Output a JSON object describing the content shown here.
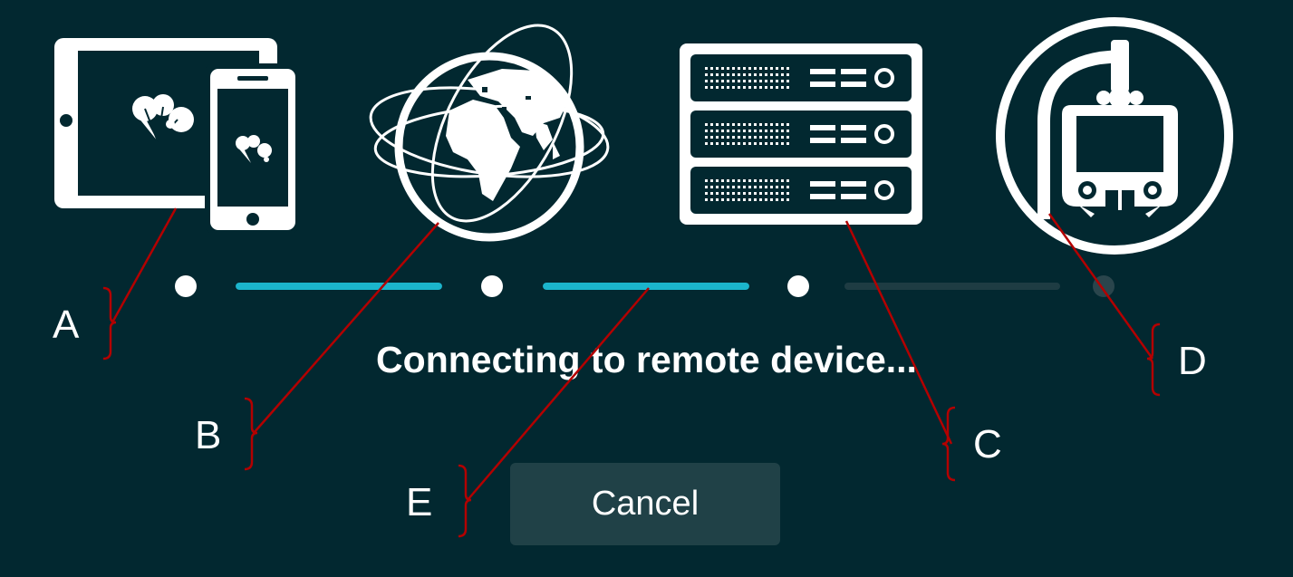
{
  "status_text": "Connecting to remote device...",
  "cancel_label": "Cancel",
  "icons": {
    "devices": "tablet-phone-icon",
    "internet": "globe-icon",
    "server": "server-rack-icon",
    "robot": "robot-icon"
  },
  "progress": {
    "steps_total": 4,
    "steps_completed": 3,
    "segments": [
      {
        "state": "complete"
      },
      {
        "state": "complete"
      },
      {
        "state": "pending"
      }
    ]
  },
  "colors": {
    "background": "#022830",
    "accent": "#1bb5cc",
    "pending": "#2a454c",
    "button": "#204147",
    "annotation": "#b30000"
  },
  "annotations": {
    "a": "A",
    "b": "B",
    "c": "C",
    "d": "D",
    "e": "E"
  }
}
